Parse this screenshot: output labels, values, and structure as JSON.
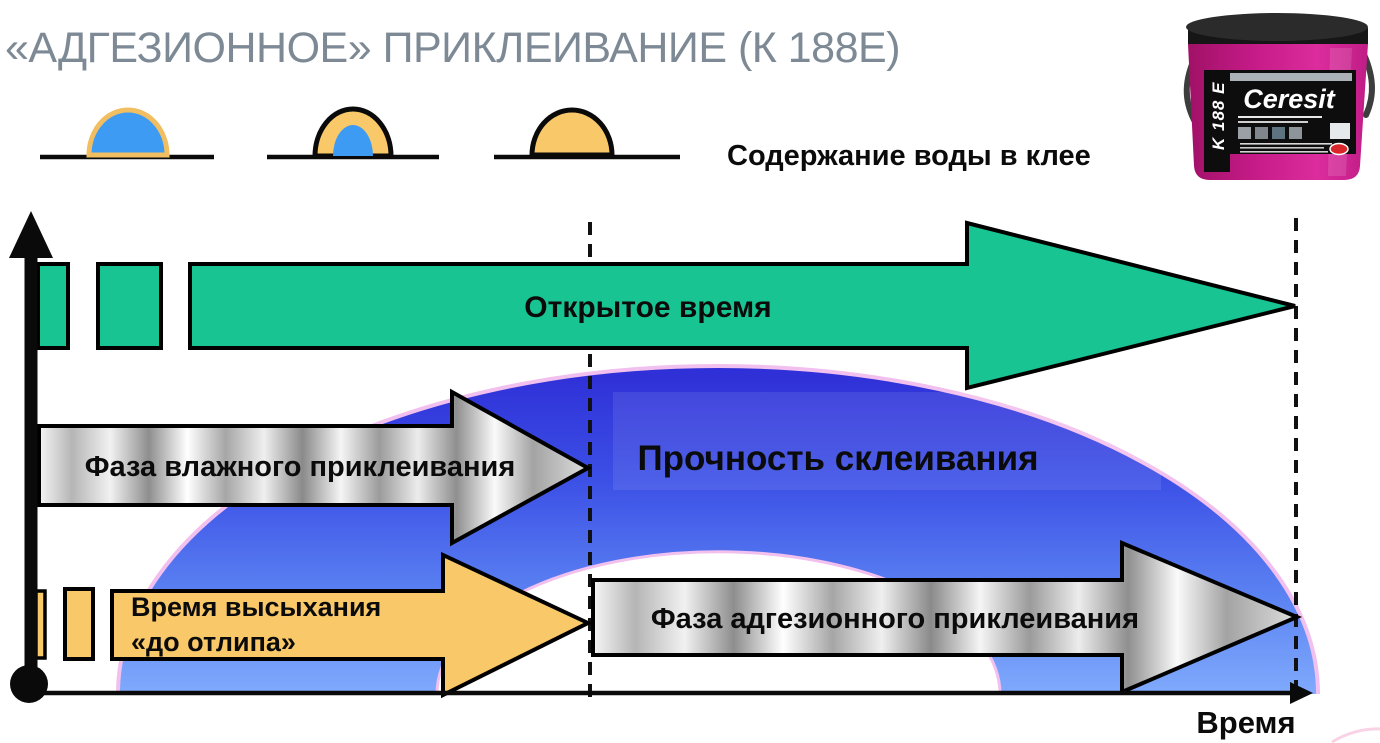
{
  "slide": {
    "title": "«АДГЕЗИОННОЕ» ПРИКЛЕИВАНИЕ (К 188Е)",
    "water_label": "Содержание воды в клее"
  },
  "diagram": {
    "open_time_label": "Открытое время",
    "wet_phase_label": "Фаза влажного приклеивания",
    "bond_strength_label": "Прочность склеивания",
    "drying_time_line1": "Время высыхания",
    "drying_time_line2": "«до отлипа»",
    "adhesive_phase_label": "Фаза адгезионного приклеивания",
    "time_axis_label": "Время"
  },
  "product": {
    "brand": "Ceresit",
    "model": "K 188 E"
  },
  "colors": {
    "title_gray": "#7D8994",
    "green": "#17C492",
    "yellow": "#F9C869",
    "droplet_blue": "#3E9BF4",
    "droplet_yellow_outline": "#F2BE62",
    "arch_blue_top": "#2E2ED6",
    "arch_blue_bottom": "#7FAAFC",
    "arch_pink_outline": "#F2C0EE",
    "bucket_magenta": "#C41A86"
  }
}
